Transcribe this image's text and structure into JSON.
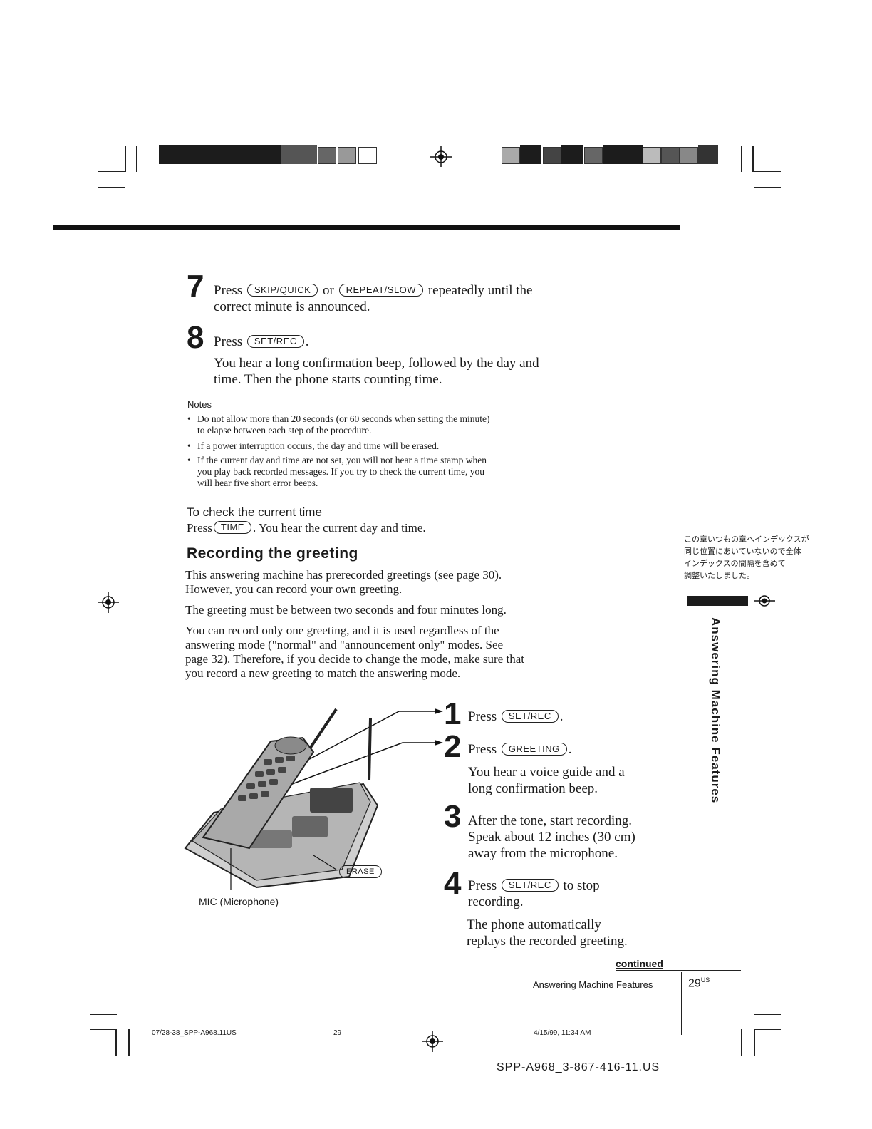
{
  "steps_top": [
    {
      "num": "7",
      "pre": "Press",
      "key1": "SKIP/QUICK",
      "mid": "or",
      "key2": "REPEAT/SLOW",
      "post": "repeatedly until the",
      "line2": "correct minute is announced."
    },
    {
      "num": "8",
      "pre": "Press",
      "key1": "SET/REC",
      "post": "."
    }
  ],
  "step8_body": [
    "You hear a long confirmation beep, followed by the day and",
    "time. Then the phone starts counting time."
  ],
  "notes": {
    "title": "Notes",
    "items": [
      [
        "Do not allow more than 20 seconds (or 60 seconds when setting the minute)",
        "to elapse between each step of the procedure."
      ],
      [
        "If a power interruption occurs, the day and time will be erased."
      ],
      [
        "If the current day and time are not set, you will not hear a time stamp when",
        "you play back recorded messages. If you try to check the current time, you",
        "will hear five short error beeps."
      ]
    ]
  },
  "check_time": {
    "title": "To check the current time",
    "pre": "Press",
    "key": "TIME",
    "post": ". You hear the current day and time."
  },
  "greeting": {
    "heading": "Recording the greeting",
    "p1": [
      "This answering machine has prerecorded greetings (see page 30).",
      "However, you can record your own greeting."
    ],
    "p2": "The greeting must be between two seconds and four minutes long.",
    "p3": [
      "You can record only one greeting, and it is used regardless of the",
      "answering mode (\"normal\" and \"announcement only\" modes. See",
      "page 32). Therefore, if you decide to change the mode, make sure that",
      "you record a new greeting to match the answering mode."
    ]
  },
  "steps_bottom": [
    {
      "num": "1",
      "pre": "Press",
      "key": "SET/REC",
      "post": "."
    },
    {
      "num": "2",
      "pre": "Press",
      "key": "GREETING",
      "post": ".",
      "body": [
        "You hear a voice guide and a",
        "long confirmation beep."
      ]
    },
    {
      "num": "3",
      "lines": [
        "After the tone, start recording.",
        "Speak about 12 inches (30 cm)",
        "away from the microphone."
      ]
    },
    {
      "num": "4",
      "pre": "Press",
      "key": "SET/REC",
      "post": "to stop",
      "line2": "recording.",
      "body": [
        "The phone automatically",
        "replays the recorded greeting."
      ]
    }
  ],
  "figure": {
    "erase_label": "ERASE",
    "mic_label": "MIC (Microphone)"
  },
  "side_tab": "Answering Machine Features",
  "jp_note": [
    "この章いつもの章へインデックスが",
    "同じ位置にあいていないので全体",
    "インデックスの間隔を含めて",
    "調整いたしました。"
  ],
  "footer": {
    "continued": "continued",
    "section": "Answering Machine Features",
    "page": "29",
    "page_sup": "US",
    "print_file": "07/28-38_SPP-A968.11US",
    "print_page": "29",
    "print_date": "4/15/99, 11:34 AM",
    "doc_id": "SPP-A968_3-867-416-11.US"
  },
  "colors": {
    "ink": "#1a1a1a",
    "paper": "#ffffff"
  }
}
